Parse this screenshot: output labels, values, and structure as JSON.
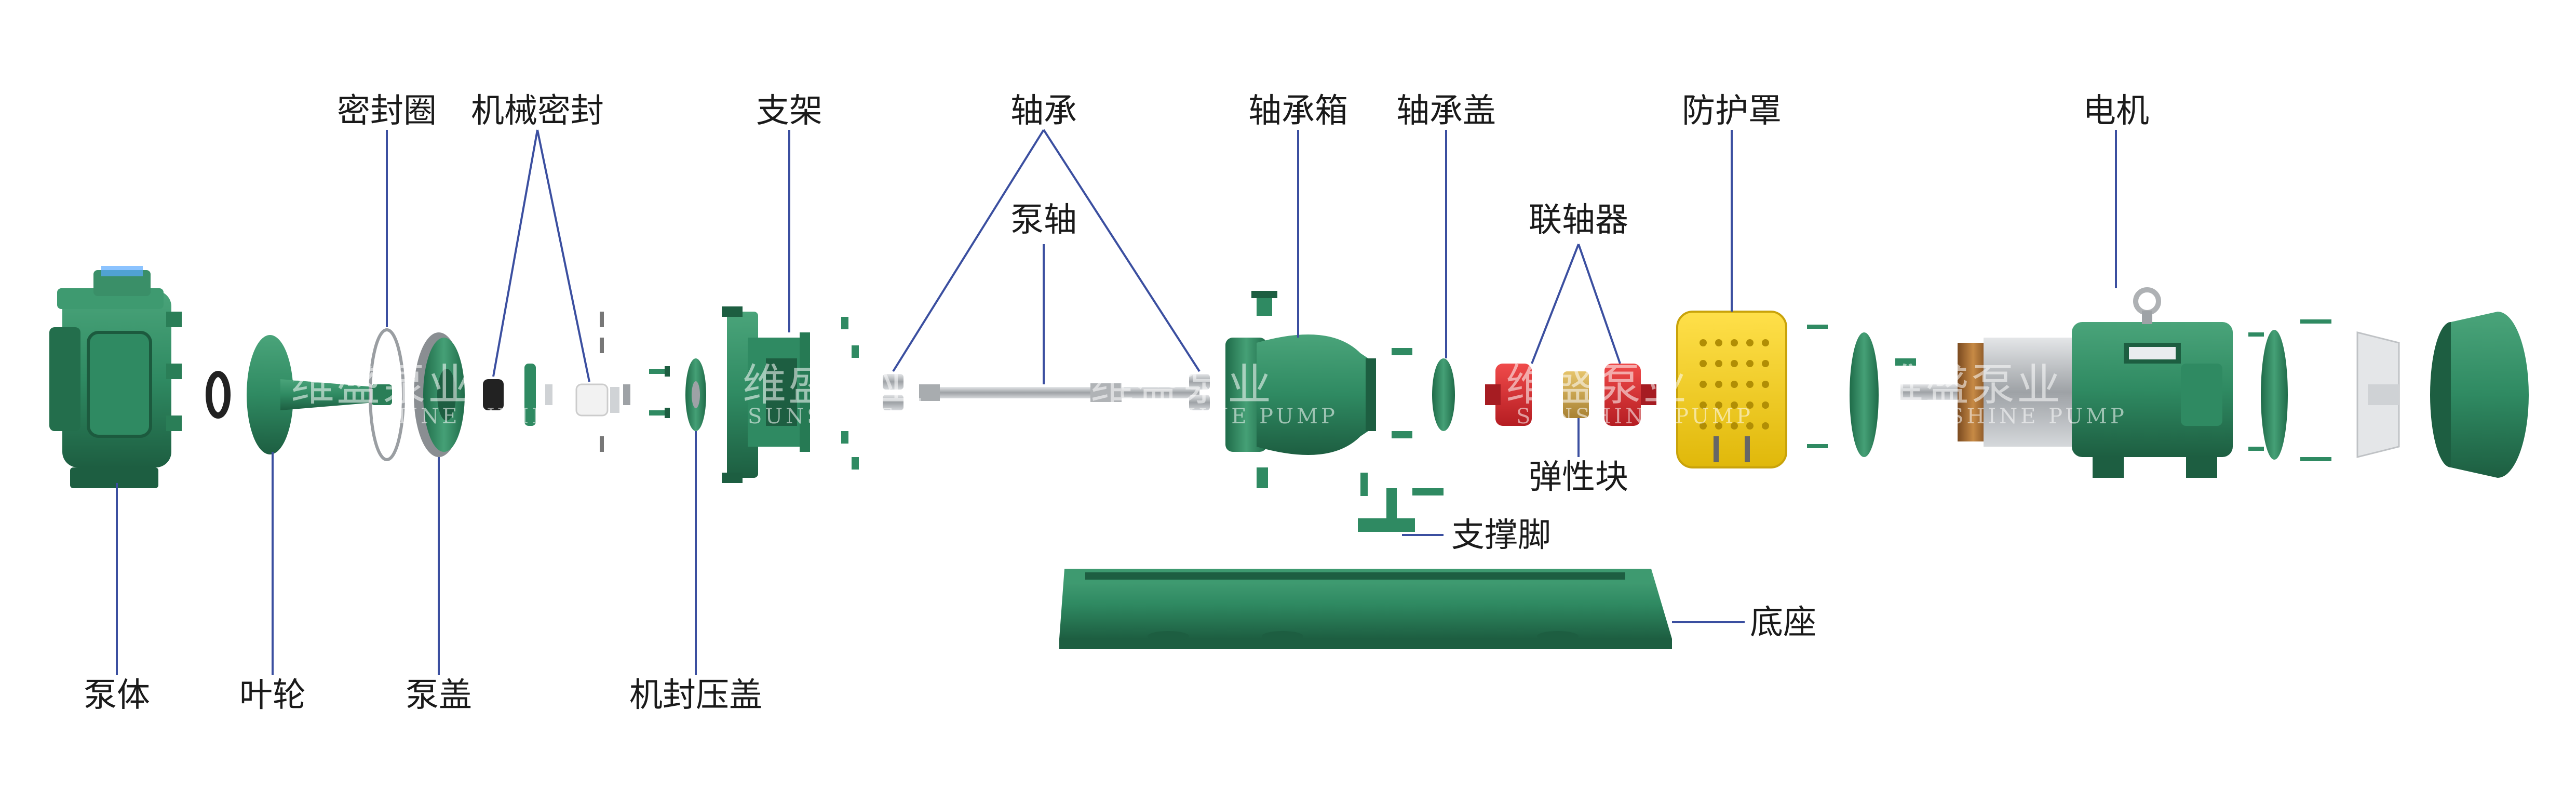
{
  "labels": {
    "pump_body": "泵体",
    "impeller": "叶轮",
    "pump_cover": "泵盖",
    "seal_ring": "密封圈",
    "mechanical_seal": "机械密封",
    "seal_gland": "机封压盖",
    "bracket": "支架",
    "bearing": "轴承",
    "pump_shaft": "泵轴",
    "bearing_box": "轴承箱",
    "bearing_cover": "轴承盖",
    "support_foot": "支撑脚",
    "base": "底座",
    "coupling": "联轴器",
    "elastic_block": "弹性块",
    "guard": "防护罩",
    "motor": "电机"
  },
  "watermark": {
    "text": "维盛泵业",
    "text_en": "SUNSHINE PUMP"
  },
  "colors": {
    "body_green": "#2f8a62",
    "dark_green": "#1f6b49",
    "light_green": "#4aa47a",
    "leader": "#3b4fa0",
    "guard_yellow": "#f2d21f",
    "coupling_red": "#d8262b",
    "elastic_gold": "#c9a24a",
    "steel": "#b9bcc0"
  }
}
